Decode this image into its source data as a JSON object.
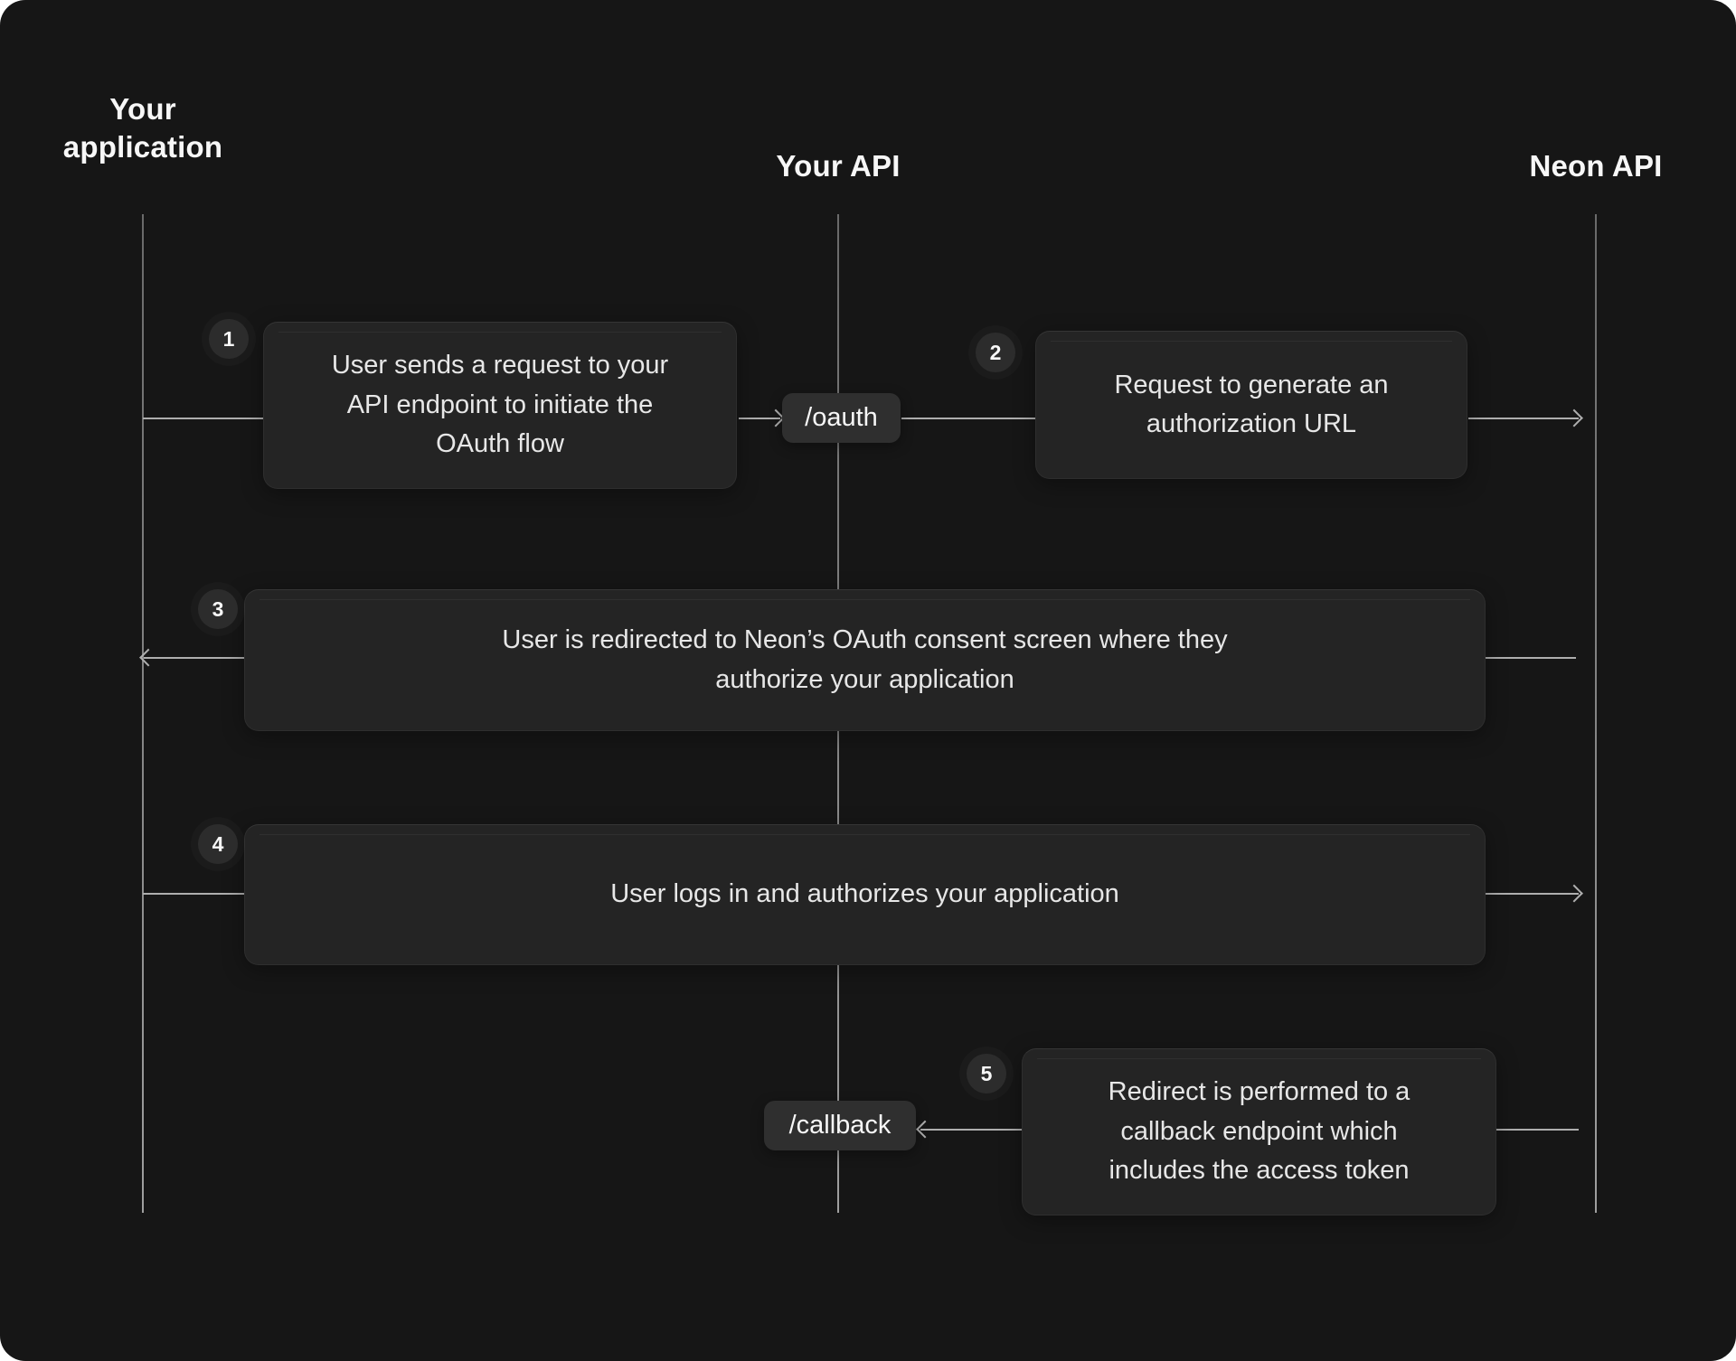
{
  "diagram": {
    "title_hint": "OAuth flow sequence diagram",
    "colors": {
      "bg": "#161616",
      "panel": "#242424",
      "panel-border": "#2e2e2e",
      "chip": "#2f2f2f",
      "line": "#aeaeae",
      "text": "#e7e7e7",
      "heading": "#f7f7f7",
      "badge": "#2c2c2c"
    },
    "actors": [
      {
        "name": "Your\napplication"
      },
      {
        "name": "Your API"
      },
      {
        "name": "Neon API"
      }
    ],
    "steps": [
      {
        "number": "1",
        "text": "User sends a request to your API endpoint to initiate the OAuth flow"
      },
      {
        "number": "2",
        "text": "Request to generate an authorization URL"
      },
      {
        "number": "3",
        "text": "User is redirected to Neon’s OAuth consent screen where they authorize your application"
      },
      {
        "number": "4",
        "text": "User logs in and authorizes your application"
      },
      {
        "number": "5",
        "text": "Redirect is performed to a callback endpoint which includes the access token"
      }
    ],
    "endpoints": [
      {
        "label": "/oauth"
      },
      {
        "label": "/callback"
      }
    ]
  }
}
